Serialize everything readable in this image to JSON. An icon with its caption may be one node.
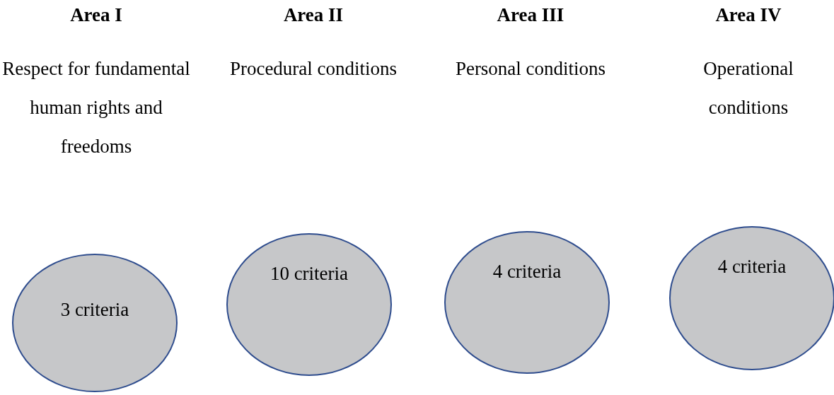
{
  "diagram": {
    "nodes": [
      {
        "text": [
          "3 criteria"
        ],
        "beside": [
          "Area I",
          "Respect for fundamental human rights and freedoms"
        ]
      },
      {
        "text": [
          "10 criteria"
        ],
        "beside": [
          "Area II",
          "Procedural conditions"
        ]
      },
      {
        "text": [
          "4 criteria"
        ],
        "beside": [
          "Area III",
          "Personal conditions"
        ]
      },
      {
        "text": [
          "4 criteria"
        ],
        "beside": [
          "Area IV",
          "Operational conditions"
        ]
      }
    ]
  }
}
